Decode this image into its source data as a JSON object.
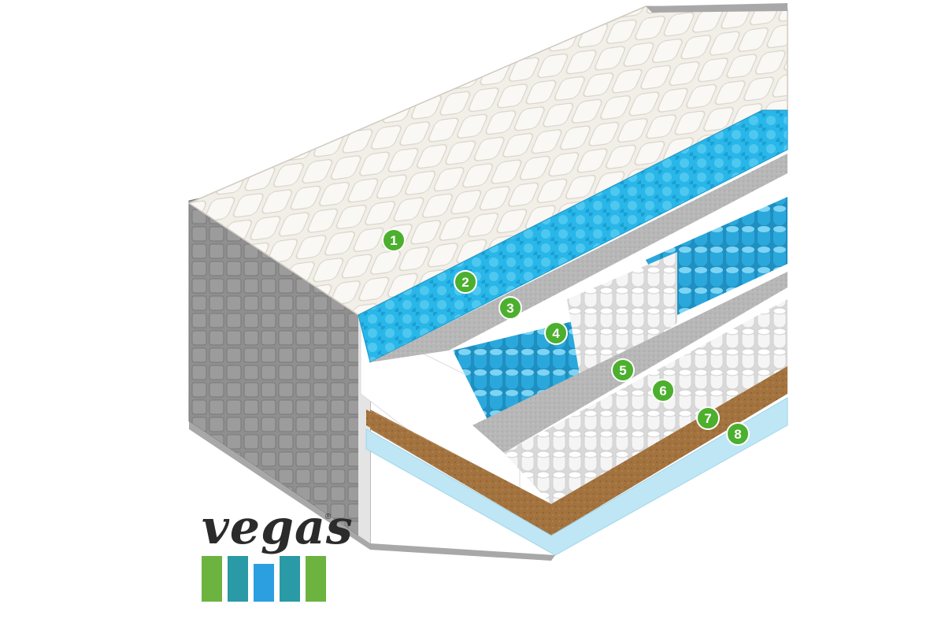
{
  "image": {
    "subject": "mattress-cross-section",
    "colors": {
      "quilt_top": "#f2efe9",
      "side_grey": "#8f8f8f",
      "blue_foam": "#29b6e8",
      "blue_spring": "#2aa8dc",
      "white_spring": "#f5f5f5",
      "felt_grey": "#b7b7b7",
      "coir": "#a3733f",
      "base_light_blue": "#bfe6f5",
      "badge_green": "#4caf2e"
    }
  },
  "layer_badges": [
    {
      "label": "1"
    },
    {
      "label": "2"
    },
    {
      "label": "3"
    },
    {
      "label": "4"
    },
    {
      "label": "5"
    },
    {
      "label": "6"
    },
    {
      "label": "7"
    },
    {
      "label": "8"
    }
  ],
  "logo": {
    "word": "vegas",
    "registered": "®",
    "bar_colors": [
      "#6cb33f",
      "#2a9aa6",
      "#2b9fe0",
      "#2a9aa6",
      "#6cb33f"
    ]
  }
}
